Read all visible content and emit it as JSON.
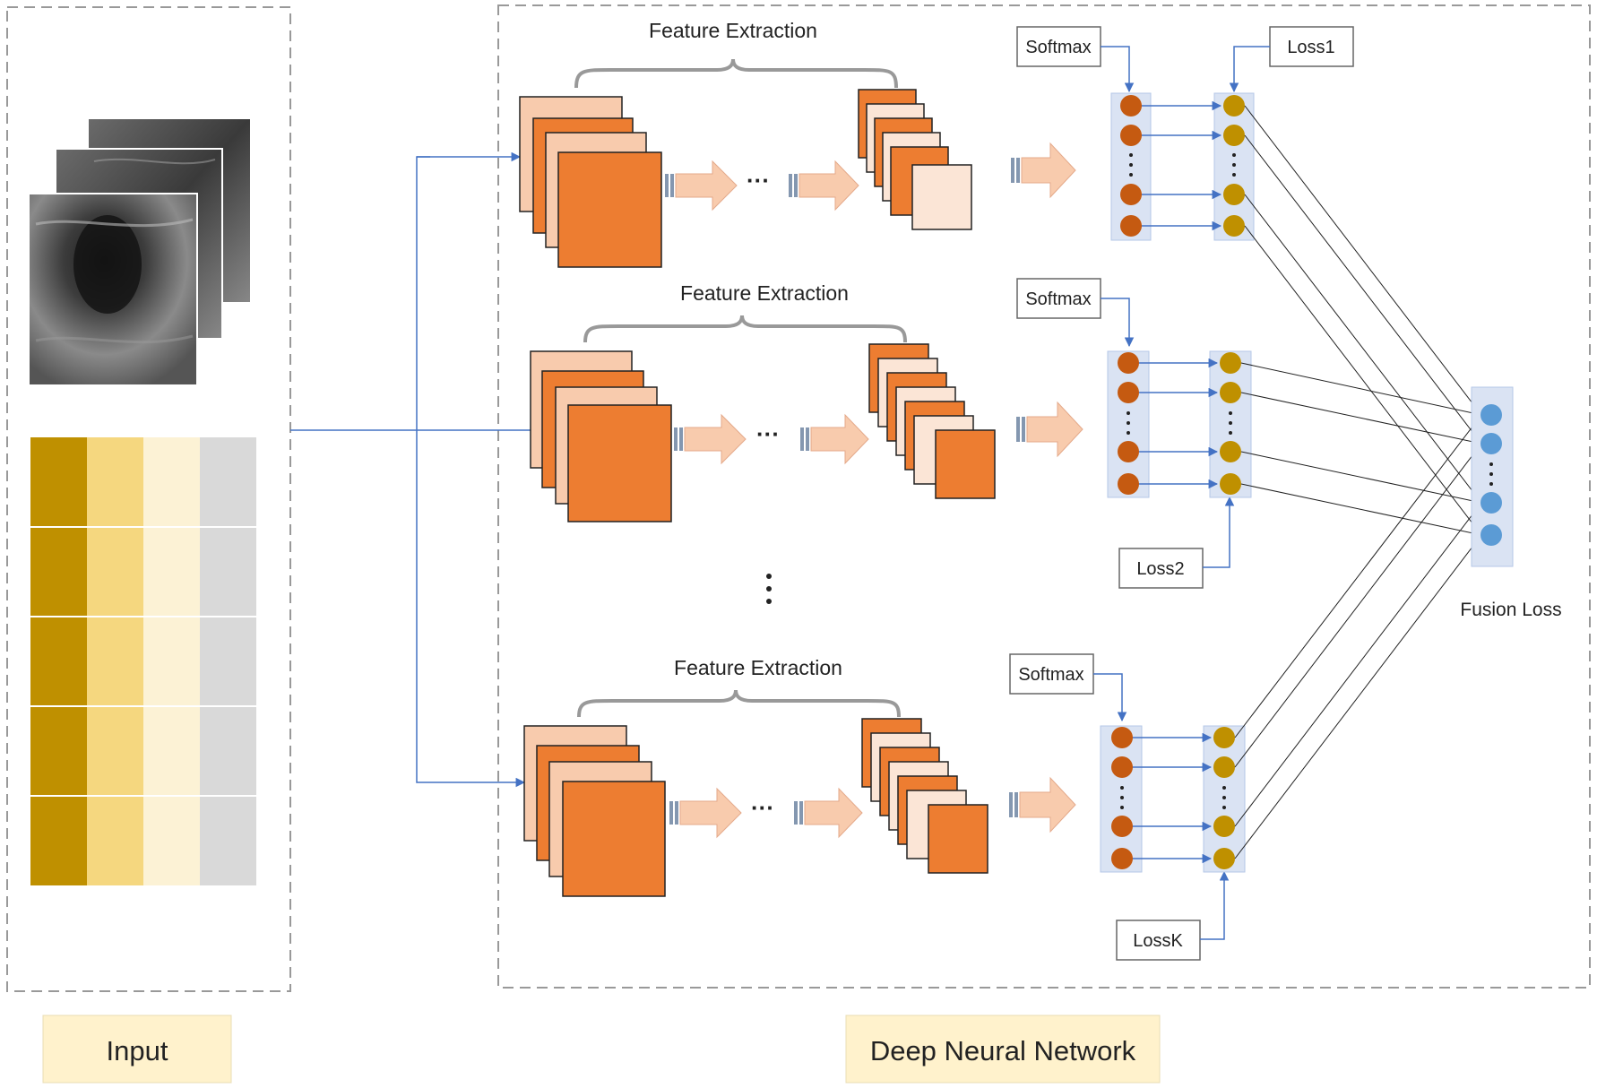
{
  "labels": {
    "feature_extraction_1": "Feature Extraction",
    "feature_extraction_2": "Feature Extraction",
    "feature_extraction_3": "Feature Extraction",
    "softmax_1": "Softmax",
    "softmax_2": "Softmax",
    "softmax_3": "Softmax",
    "loss_1": "Loss1",
    "loss_2": "Loss2",
    "loss_k": "LossK",
    "fusion_loss": "Fusion Loss",
    "ellipsis": "···",
    "input_caption": "Input",
    "dnn_caption": "Deep Neural Network"
  },
  "colors": {
    "dark_orange": "#ED7D31",
    "light_orange": "#F8CBAD",
    "pale_orange": "#FBE5D6",
    "neuron_orange": "#C55A11",
    "neuron_gold": "#BF9000",
    "neuron_blue": "#5B9BD5",
    "arrow_blue": "#4472C4",
    "table_gold": "#BF9000",
    "table_yellow": "#F5D77F",
    "table_cream": "#FCF2D5",
    "table_gray": "#D9D9D9",
    "caption_bg": "#FFF2CC"
  }
}
